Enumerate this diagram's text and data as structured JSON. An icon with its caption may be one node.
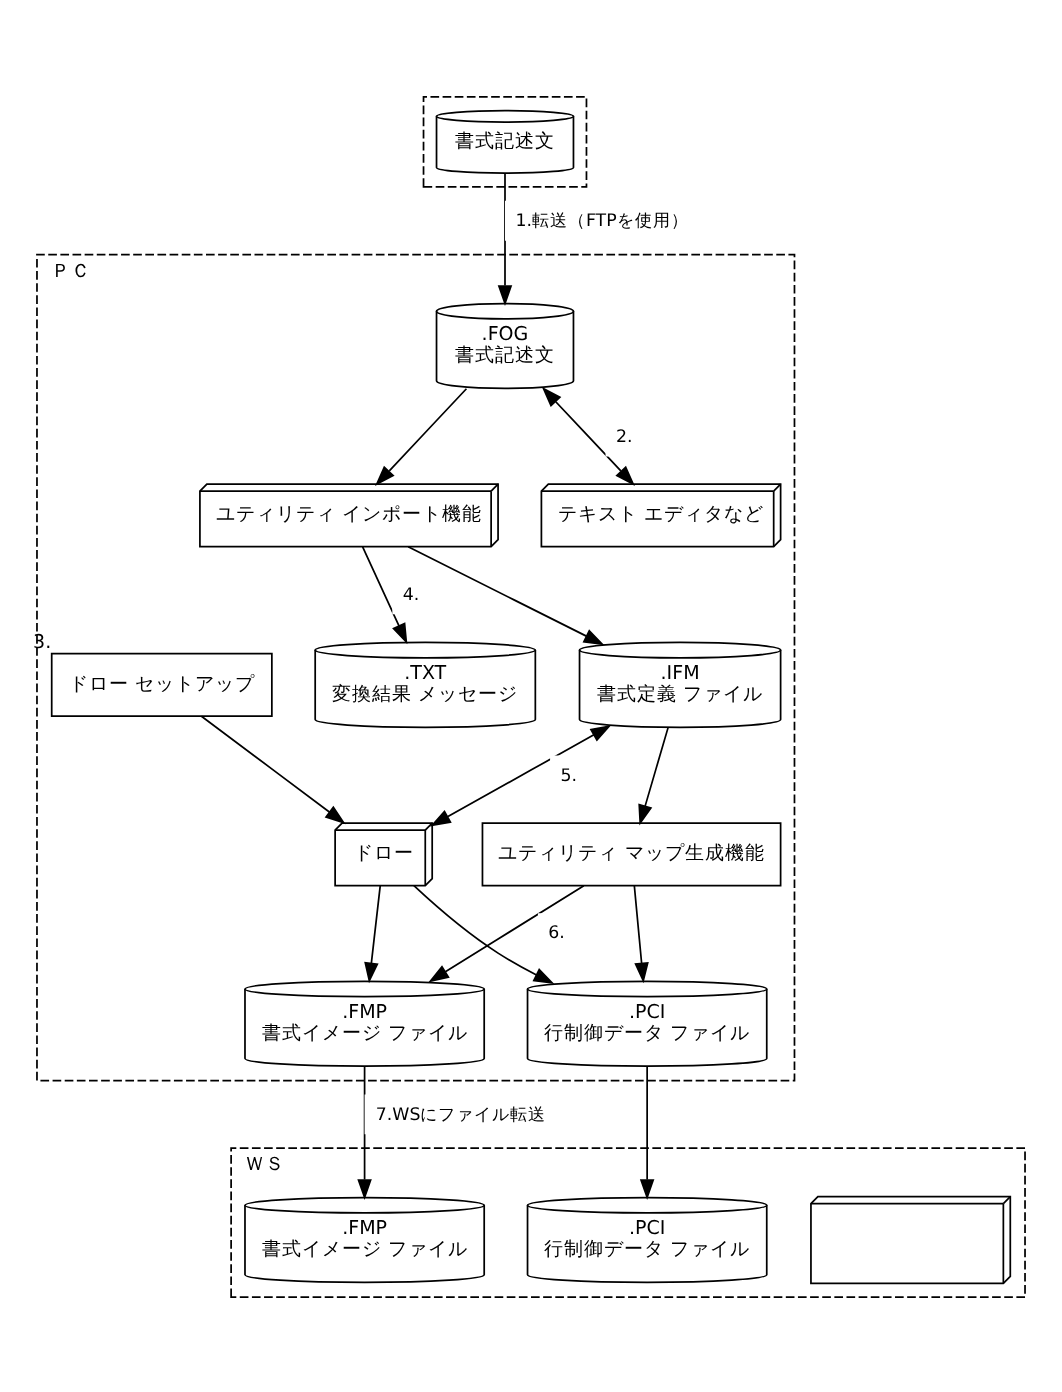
{
  "diagram": {
    "nodes": [
      {
        "text": [],
        "shape": "box"
      },
      {
        "text": [
          "書式記述文"
        ],
        "in": 0
      },
      {
        "text": [
          "ＰＣ"
        ]
      },
      {
        "text": [
          "ユティリティ インポート機能"
        ],
        "in": 2
      },
      {
        "text": [
          ".FOG",
          "書式記述文"
        ],
        "in": 2
      },
      {
        "text": [
          "テキスト エディタなど"
        ],
        "in": 2
      },
      {
        "text": [
          ".TXT",
          "変換結果 メッセージ"
        ],
        "in": 2
      },
      {
        "text": [
          ".IFM",
          "書式定義 ファイル"
        ],
        "in": 2
      },
      {
        "text": [
          "ユティリティ マップ生成機能"
        ],
        "in": 2
      },
      {
        "text": [
          "ドロー セットアップ"
        ],
        "in": 2,
        "beside": [
          "3."
        ]
      },
      {
        "text": [
          "ドロー"
        ],
        "in": 2
      },
      {
        "text": [
          ".FMP",
          "書式イメージ ファイル"
        ],
        "in": 2
      },
      {
        "text": [
          ".PCI",
          "行制御データ ファイル"
        ],
        "in": 2
      },
      {
        "text": [
          "ＷＳ"
        ]
      },
      {
        "text": [],
        "shape": "box",
        "in": 13
      },
      {
        "text": [
          ".FMP",
          "書式イメージ ファイル"
        ],
        "in": 13
      },
      {
        "text": [
          ".PCI",
          "行制御データ ファイル"
        ],
        "in": 13
      }
    ],
    "edges": [
      {
        "from": 1,
        "to": 4,
        "arrow": "to",
        "label": "1.転送（FTPを使用）"
      },
      {
        "from": 4,
        "to": 3,
        "arrow": "to"
      },
      {
        "from": 4,
        "to": 5,
        "arrow": "both",
        "label": "2."
      },
      {
        "from": 3,
        "to": 6,
        "arrow": "to",
        "label": "4."
      },
      {
        "from": 3,
        "to": 7,
        "arrow": "to"
      },
      {
        "from": 7,
        "to": 8,
        "arrow": "to"
      },
      {
        "from": 7,
        "to": 10,
        "arrow": "both",
        "label": "5."
      },
      {
        "from": 9,
        "to": 10,
        "arrow": "to"
      },
      {
        "from": 8,
        "to": 11,
        "arrow": "to",
        "label": "6."
      },
      {
        "from": 8,
        "to": 12,
        "arrow": "to"
      },
      {
        "from": 10,
        "to": 11,
        "arrow": "to"
      },
      {
        "from": 10,
        "to": 12,
        "arrow": "to"
      },
      {
        "from": 11,
        "to": 15,
        "arrow": "to",
        "label": "7.WSにファイル転送"
      },
      {
        "from": 12,
        "to": 16,
        "arrow": "to"
      }
    ]
  }
}
